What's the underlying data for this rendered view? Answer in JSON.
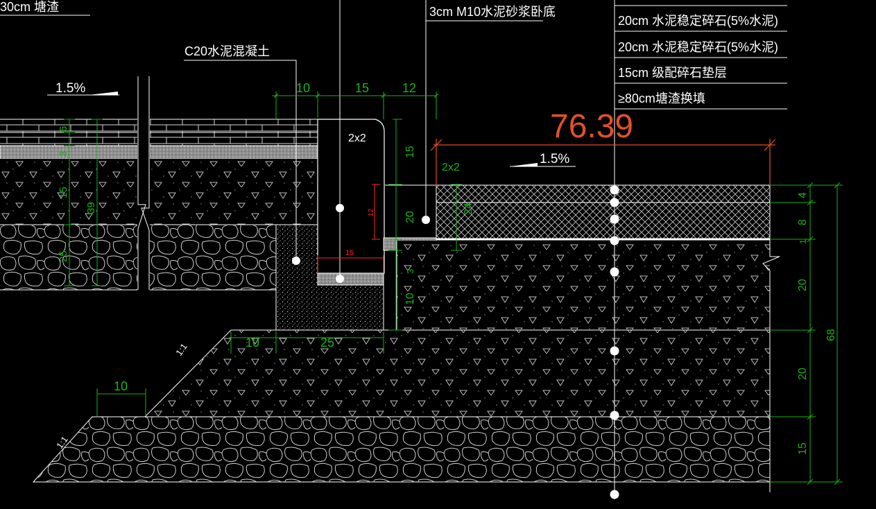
{
  "drawing": {
    "layer_labels": {
      "top_cut": "30cm 塘渣",
      "concrete": "C20水泥混凝土",
      "mortar": "3cm M10水泥砂浆卧底",
      "base1": "20cm 水泥稳定碎石(5%水泥)",
      "base2": "20cm 水泥稳定碎石(5%水泥)",
      "subbase": "15cm 级配碎石垫层",
      "fill": "≥80cm塘渣换填"
    },
    "slopes": {
      "left": "1.5%",
      "right": "1.5%"
    },
    "big_dimension": "76.39",
    "chamfers": {
      "curb": "2x2",
      "pavement": "2x2"
    },
    "curb_dims": {
      "d10": "10",
      "d15": "15",
      "d12": "12",
      "h15": "15",
      "h20": "20",
      "h3": "3",
      "h10": "10",
      "small": "12",
      "inner": "15",
      "d24": "24"
    },
    "left_dims": {
      "v6": "6",
      "v3": "3",
      "v15": "15",
      "v25": "25",
      "v39": "39"
    },
    "footing_dims": {
      "d10": "10",
      "d25": "25"
    },
    "bottom_dims": {
      "d10": "10"
    },
    "slope_ratio_upper": "1:1",
    "slope_ratio_lower": "1:1",
    "right_dims": {
      "r4": "4",
      "r8": "8",
      "r1": "1",
      "r20a": "20",
      "r20b": "20",
      "r15": "15",
      "total": "68"
    },
    "colors": {
      "line": "#ffffff",
      "dimension": "#19b319",
      "highlight": "#e2502a",
      "accent": "#ff2a2a"
    }
  }
}
